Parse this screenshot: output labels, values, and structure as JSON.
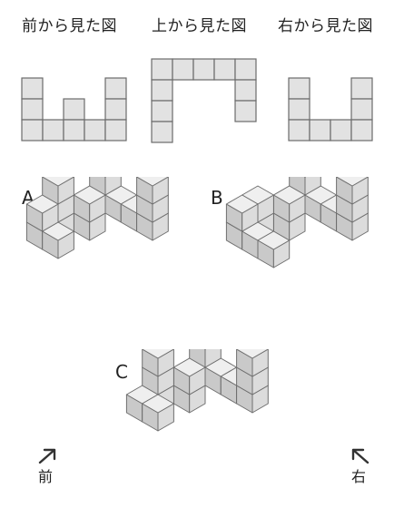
{
  "views": {
    "front_title": "前から見た図",
    "top_title": "上から見た図",
    "right_title": "右から見た図"
  },
  "options": {
    "a_label": "A",
    "b_label": "B",
    "c_label": "C"
  },
  "directions": {
    "front_label": "前",
    "right_label": "右"
  }
}
